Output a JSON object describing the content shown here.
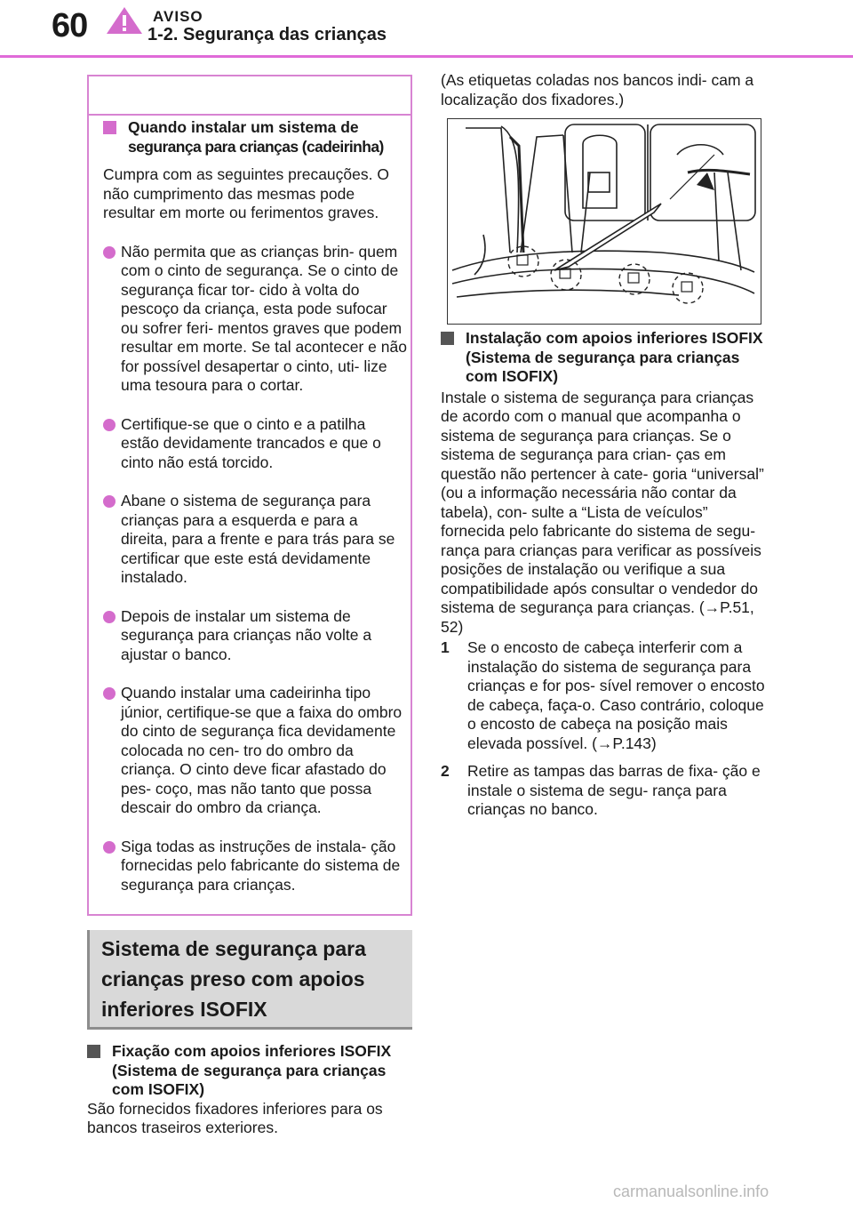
{
  "header": {
    "page_number": "60",
    "section": "1-2. Segurança das crianças"
  },
  "warning": {
    "label": "AVISO",
    "heading_line1": "Quando instalar um sistema de",
    "heading_line2": "segurança para crianças (cadeirinha)",
    "intro": "Cumpra com as seguintes precauções. O não cumprimento das mesmas pode resultar em morte ou ferimentos graves.",
    "bullets": [
      "Não permita que as crianças brin- quem com o cinto de segurança. Se o cinto de segurança ficar tor- cido à volta do pescoço da criança, esta pode sufocar ou sofrer feri- mentos graves que podem resultar em morte. Se tal acontecer e não for possível desapertar o cinto, uti- lize uma tesoura para o cortar.",
      "Certifique-se que o cinto e a patilha estão devidamente trancados e que o cinto não está torcido.",
      "Abane o sistema de segurança para crianças para a esquerda e para a direita, para a frente e para trás para se certificar que este está devidamente instalado.",
      "Depois de instalar um sistema de segurança para crianças não volte a ajustar o banco.",
      "Quando instalar uma cadeirinha tipo júnior, certifique-se que a faixa do ombro do cinto de segurança fica devidamente colocada no cen- tro do ombro da criança. O cinto deve ficar afastado do pes- coço, mas não tanto que possa descair do ombro da criança.",
      "Siga todas as instruções de instala- ção fornecidas pelo fabricante do sistema de segurança para crianças."
    ]
  },
  "section_heading": {
    "line1": "Sistema de segurança para",
    "line2": "crianças preso com apoios",
    "line3": "inferiores ISOFIX"
  },
  "fixation": {
    "heading": "Fixação com apoios inferiores ISOFIX (Sistema de segurança para crianças com ISOFIX)",
    "text": "São fornecidos fixadores inferiores para os bancos traseiros exteriores."
  },
  "right": {
    "labels_note": "(As etiquetas coladas nos bancos indi- cam a localização dos fixadores.)",
    "install_heading": "Instalação com apoios inferiores ISOFIX (Sistema de segurança para crianças com ISOFIX)",
    "install_text": "Instale o sistema de segurança para crianças de acordo com o manual que acompanha o sistema de segurança para crianças. Se o sistema de segurança para crian- ças em questão não pertencer à cate- goria “universal” (ou a informação necessária não contar da tabela), con- sulte a “Lista de veículos” fornecida pelo fabricante do sistema de segu- rança para crianças para verificar as possíveis posições de instalação ou verifique a sua compatibilidade após consultar o vendedor do sistema de segurança para crianças. (→P.51, 52)",
    "steps": [
      {
        "num": "1",
        "text": "Se o encosto de cabeça interferir com a instalação do sistema de segurança para crianças e for pos- sível remover o encosto de cabeça, faça-o. Caso contrário, coloque o encosto de cabeça na posição mais elevada possível. (→P.143)"
      },
      {
        "num": "2",
        "text": "Retire as tampas das barras de fixa- ção e instale o sistema de segu- rança para crianças no banco."
      }
    ]
  },
  "watermark": "carmanualsonline.info",
  "colors": {
    "accent": "#d46ccc",
    "header_rule": "#e06ad8",
    "box_border": "#d884d2",
    "heading_bg": "#d9d9d9"
  }
}
